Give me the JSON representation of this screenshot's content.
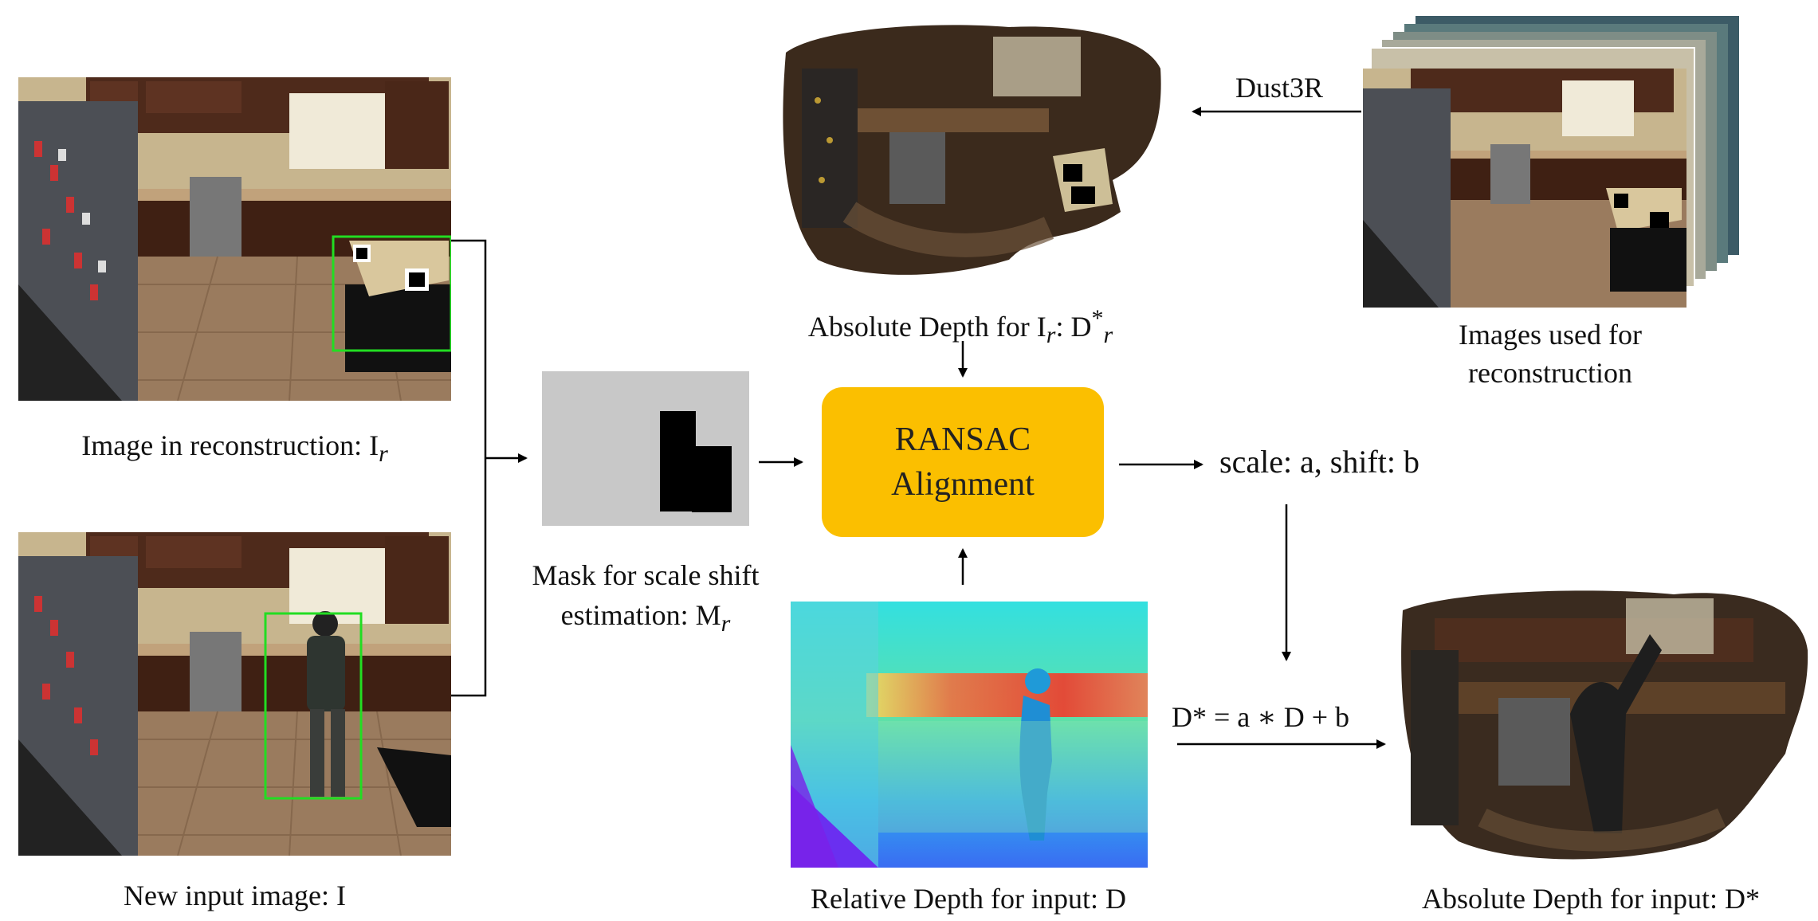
{
  "labels": {
    "image_in_reconstruction": "Image in reconstruction: I",
    "image_in_reconstruction_sub": "r",
    "new_input_image": "New input image: I",
    "mask_line1": "Mask for scale shift",
    "mask_line2": "estimation: M",
    "mask_sub": "r",
    "abs_depth_ir_prefix": "Absolute Depth for I",
    "abs_depth_ir_sub": "r",
    "abs_depth_ir_suffix": ": D",
    "abs_depth_ir_star": "*",
    "abs_depth_ir_sub2": "r",
    "images_used_line1": "Images used for",
    "images_used_line2": "reconstruction",
    "dust3r": "Dust3R",
    "ransac_line1": "RANSAC",
    "ransac_line2": "Alignment",
    "scale_shift": "scale: a, shift: b",
    "equation": "D* = a ∗ D + b",
    "relative_depth": "Relative Depth for input: D",
    "abs_depth_input": "Absolute Depth for input: D*"
  },
  "colors": {
    "ransac_box": "#fbbf00",
    "bbox": "#22dd22",
    "mask_bg": "#c8c8c8",
    "mask_fg": "#000000"
  },
  "icons": {
    "photo_reconstruction": "kitchen-photo-with-box",
    "photo_input": "kitchen-photo-with-person",
    "pointcloud_reference": "pointcloud-kitchen",
    "pointcloud_input": "pointcloud-kitchen-with-person",
    "depth_map": "depth-colormap",
    "mask": "binary-mask"
  }
}
